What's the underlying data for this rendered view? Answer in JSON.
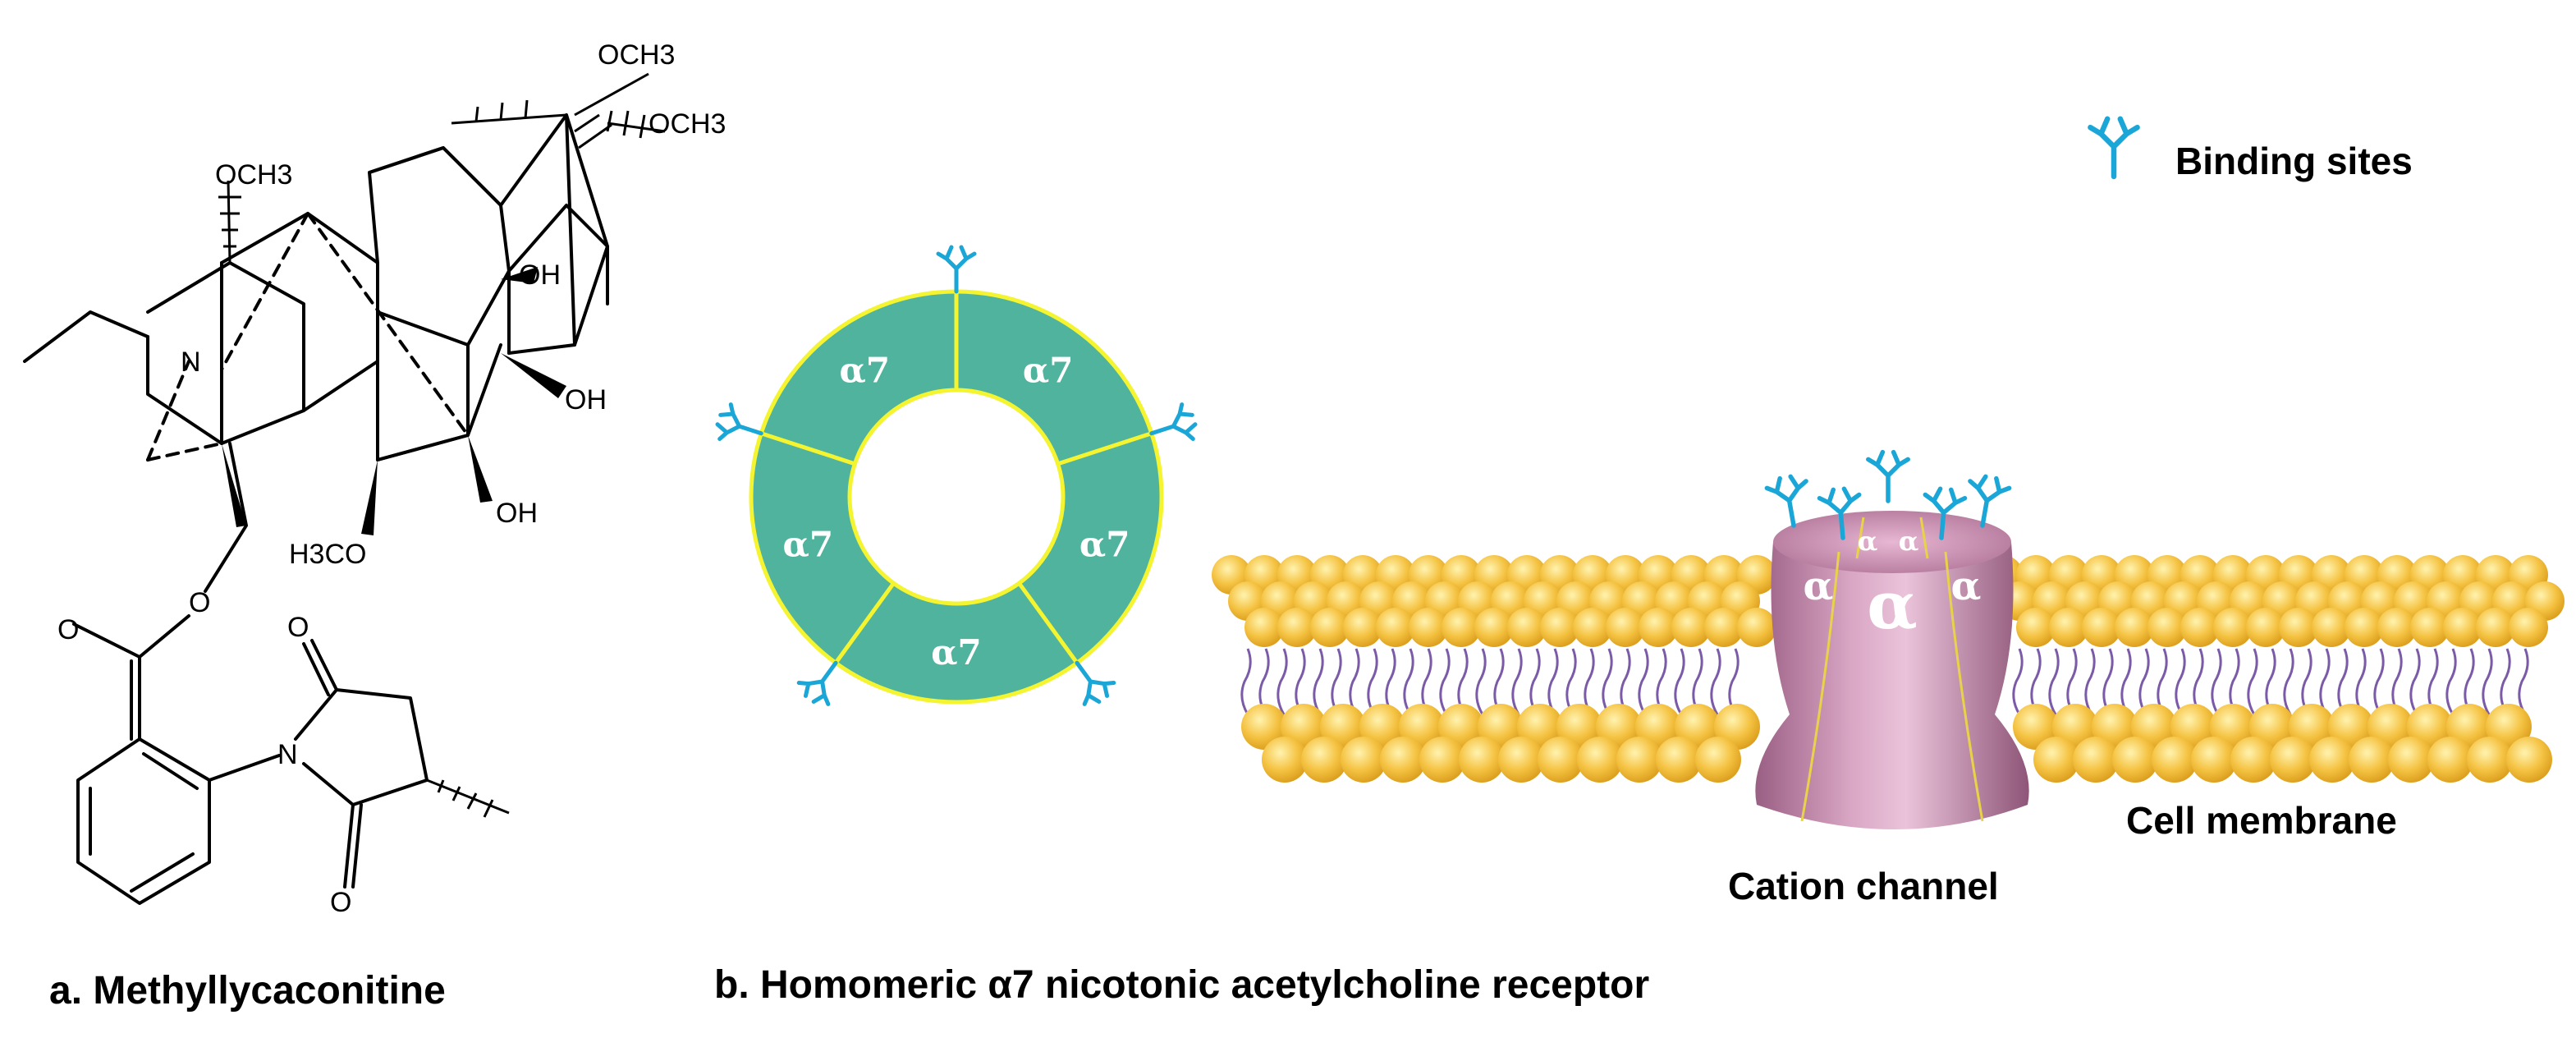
{
  "captions": {
    "a": "a. Methyllycaconitine",
    "b": "b. Homomeric α7 nicotonic acetylcholine receptor"
  },
  "molecule": {
    "atom_labels": {
      "och3_top": "OCH3",
      "och3_right": "OCH3",
      "och3_left": "OCH3",
      "oh_1": "OH",
      "oh_2": "OH",
      "oh_3": "OH",
      "h3co": "H3CO",
      "n_ring": "N",
      "o_ester": "O",
      "o_carbonyl": "O",
      "n_imide": "N",
      "o_imide_top": "O",
      "o_imide_bottom": "O"
    }
  },
  "receptor_ring": {
    "subunit_label": "α7",
    "subunit_count": 5,
    "fill_color": "#50b39e",
    "border_color": "#f4f430"
  },
  "membrane": {
    "legend_label": "Binding sites",
    "channel_label": "Cation channel",
    "membrane_label": "Cell membrane",
    "channel_subunit_labels": [
      "α",
      "α",
      "α",
      "α",
      "α"
    ],
    "site_color": "#1aa6d6",
    "lipid_head_color": "#f2b632",
    "lipid_tail_color": "#7b5ba8",
    "channel_color": "#c88fb0"
  }
}
